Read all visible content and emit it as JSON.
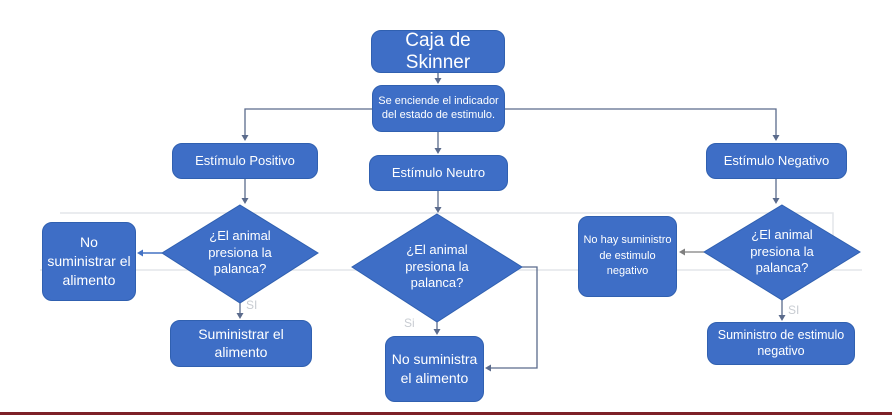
{
  "nodes": {
    "start": "Caja de Skinner",
    "indicator": "Se enciende el indicador del estado de estimulo.",
    "positive": "Estímulo Positivo",
    "neutral": "Estímulo Neutro",
    "negative": "Estímulo Negativo",
    "q_positive": "¿El animal presiona la palanca?",
    "q_neutral": "¿El animal presiona la palanca?",
    "q_negative": "¿El animal presiona la palanca?",
    "no_supply_food": "No suministrar el alimento",
    "supply_food": "Suministrar el alimento",
    "no_supplies_food": "No suministra el alimento",
    "no_negative_supply": "No hay suministro de estimulo negativo",
    "negative_supply": "Suministro de estimulo negativo"
  },
  "edge_labels": {
    "yes_positive": "SI",
    "yes_neutral": "Si",
    "yes_negative": "SI"
  },
  "colors": {
    "node_fill": "#3e6ec6",
    "node_border": "#3060b0",
    "connector": "#5b6b8c",
    "blue_arrow": "#4472c4",
    "gray_arrow": "#7f7f7f",
    "faint_line": "#e3e6ea",
    "edge_label": "#c8ccd2",
    "footer_line": "#7d2027"
  }
}
